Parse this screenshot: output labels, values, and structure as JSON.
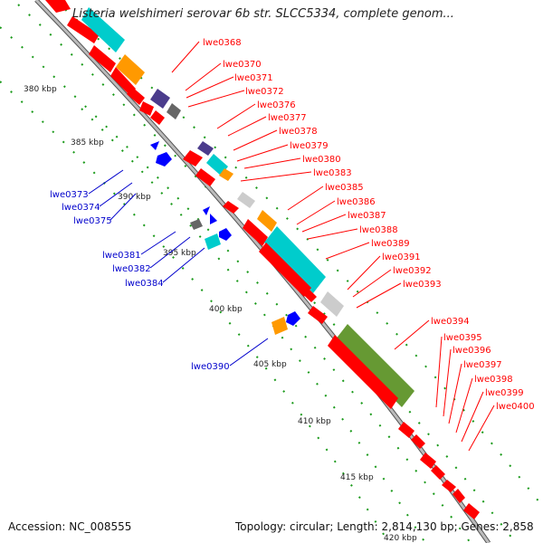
{
  "title": "Listeria welshimeri serovar 6b str. SLCC5334, complete genom...",
  "footer": {
    "accession": "Accession: NC_008555",
    "summary": "Topology: circular; Length: 2,814,130 bp; Genes: 2,858"
  },
  "ticks": [
    "380 kbp",
    "385 kbp",
    "390 kbp",
    "395 kbp",
    "400 kbp",
    "405 kbp",
    "410 kbp",
    "415 kbp",
    "420 kbp"
  ],
  "red_labels": [
    "lwe0368",
    "lwe0370",
    "lwe0371",
    "lwe0372",
    "lwe0376",
    "lwe0377",
    "lwe0378",
    "lwe0379",
    "lwe0380",
    "lwe0383",
    "lwe0385",
    "lwe0386",
    "lwe0387",
    "lwe0388",
    "lwe0389",
    "lwe0391",
    "lwe0392",
    "lwe0393",
    "lwe0394",
    "lwe0395",
    "lwe0396",
    "lwe0397",
    "lwe0398",
    "lwe0399",
    "lwe0400"
  ],
  "blue_labels": [
    "lwe0373",
    "lwe0374",
    "lwe0375",
    "lwe0381",
    "lwe0382",
    "lwe0384",
    "lwe0390"
  ],
  "colors": {
    "forward_cds": "#ff0000",
    "reverse_cds": "#0000ff",
    "trna": "#00cccc",
    "rrna": "#ff9900",
    "misc": "#669933",
    "backbone": "#999999",
    "tick_dots": "#009900"
  }
}
